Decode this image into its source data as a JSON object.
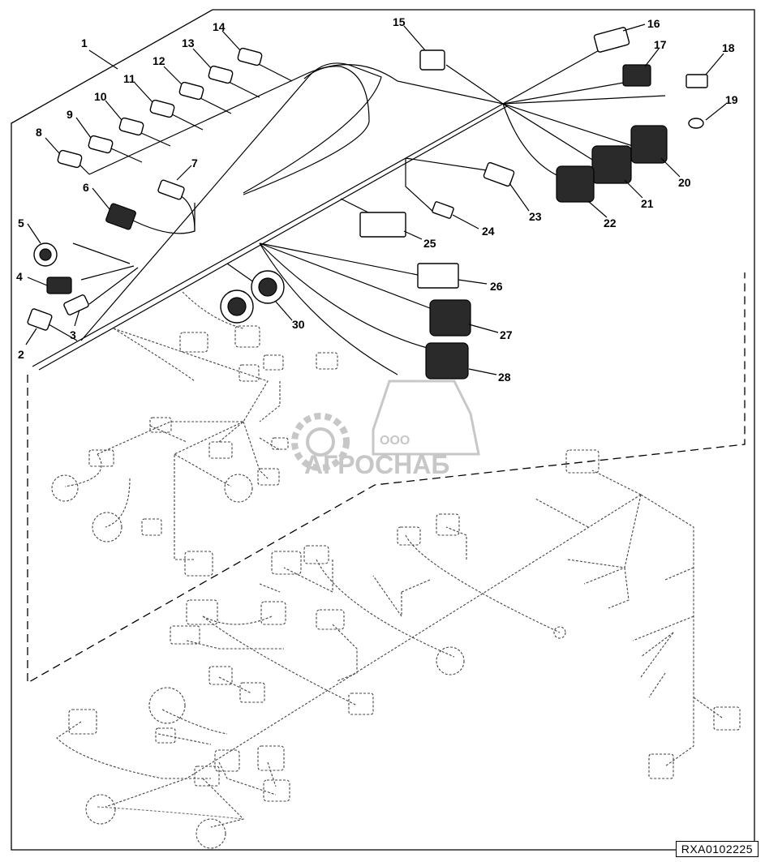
{
  "reference_code": "RXA0102225",
  "watermark": {
    "small": "ООО",
    "large": "АГРОСНАБ",
    "color": "#9a9a9a"
  },
  "callouts": [
    {
      "id": "c1",
      "label": "1"
    },
    {
      "id": "c2",
      "label": "2"
    },
    {
      "id": "c3",
      "label": "3"
    },
    {
      "id": "c4",
      "label": "4"
    },
    {
      "id": "c5",
      "label": "5"
    },
    {
      "id": "c6",
      "label": "6"
    },
    {
      "id": "c7",
      "label": "7"
    },
    {
      "id": "c8",
      "label": "8"
    },
    {
      "id": "c9",
      "label": "9"
    },
    {
      "id": "c10",
      "label": "10"
    },
    {
      "id": "c11",
      "label": "11"
    },
    {
      "id": "c12",
      "label": "12"
    },
    {
      "id": "c13",
      "label": "13"
    },
    {
      "id": "c14",
      "label": "14"
    },
    {
      "id": "c15",
      "label": "15"
    },
    {
      "id": "c16",
      "label": "16"
    },
    {
      "id": "c17",
      "label": "17"
    },
    {
      "id": "c18",
      "label": "18"
    },
    {
      "id": "c19",
      "label": "19"
    },
    {
      "id": "c20",
      "label": "20"
    },
    {
      "id": "c21",
      "label": "21"
    },
    {
      "id": "c22",
      "label": "22"
    },
    {
      "id": "c23",
      "label": "23"
    },
    {
      "id": "c24",
      "label": "24"
    },
    {
      "id": "c25",
      "label": "25"
    },
    {
      "id": "c26",
      "label": "26"
    },
    {
      "id": "c27",
      "label": "27"
    },
    {
      "id": "c28",
      "label": "28"
    },
    {
      "id": "c30",
      "label": "30"
    }
  ]
}
